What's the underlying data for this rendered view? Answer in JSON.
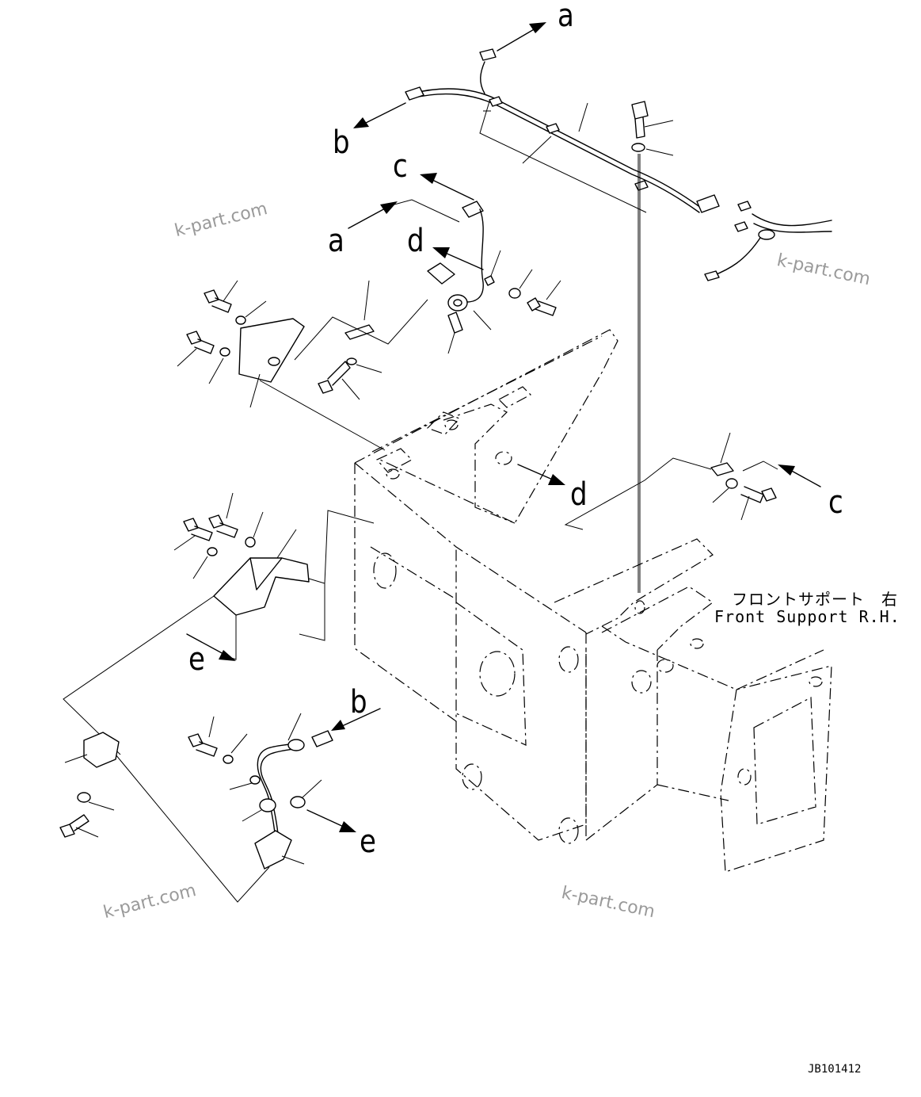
{
  "diagram": {
    "reference_letters": {
      "a_top": "a",
      "b_top": "b",
      "c_top": "c",
      "a_mid": "a",
      "d_mid": "d",
      "d_right": "d",
      "c_right": "c",
      "e_left": "e",
      "b_bottom": "b",
      "e_bottom": "e"
    },
    "label_japanese": "フロントサポート　右",
    "label_english": "Front Support R.H.",
    "drawing_code": "JB101412",
    "watermarks": [
      "k-part.com",
      "k-part.com",
      "k-part.com",
      "k-part.com"
    ]
  }
}
